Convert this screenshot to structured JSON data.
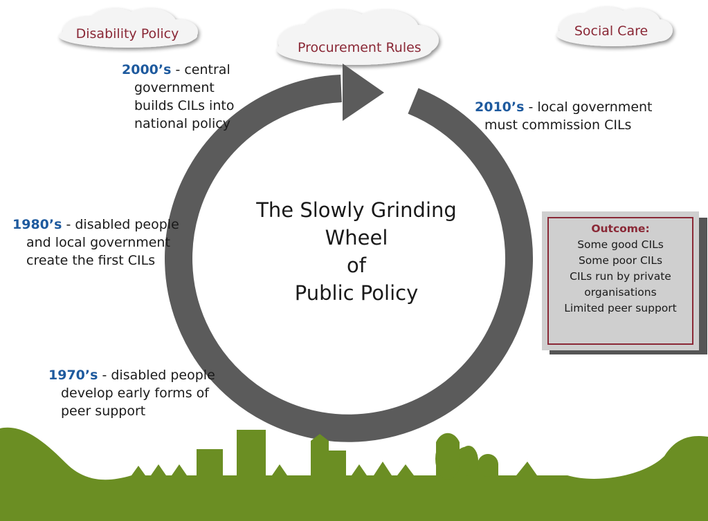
{
  "clouds": {
    "disability": "Disability Policy",
    "procurement": "Procurement Rules",
    "social": "Social Care"
  },
  "wheel": {
    "title_lines": [
      "The Slowly Grinding",
      "Wheel",
      "of",
      "Public Policy"
    ]
  },
  "eras": [
    {
      "year": "2000’s",
      "text": [
        " - central",
        "government",
        "builds CILs into",
        "national policy"
      ]
    },
    {
      "year": "2010’s",
      "text": [
        " - local government",
        "must commission CILs"
      ]
    },
    {
      "year": "1980’s",
      "text": " -  disabled people",
      "lines": [
        "and local government",
        "create the first CILs"
      ]
    },
    {
      "year": "1970’s",
      "text": " - disabled people",
      "lines": [
        "develop early forms of",
        "peer support"
      ]
    }
  ],
  "outcome": {
    "heading": "Outcome:",
    "items": [
      "Some good CILs",
      "Some poor CILs",
      "CILs run by private",
      "organisations",
      "Limited peer support"
    ]
  },
  "colors": {
    "cloud_text": "#8a2836",
    "year_blue": "#1e5a9e",
    "wheel_grey": "#5b5b5b",
    "landscape_green": "#6b8e23"
  }
}
